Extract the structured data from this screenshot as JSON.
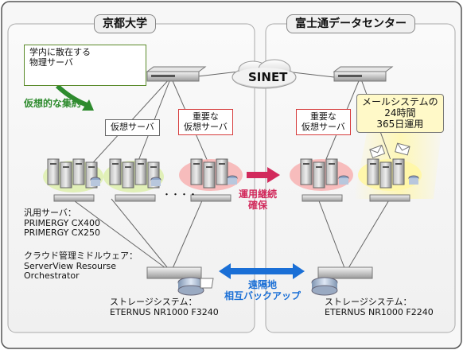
{
  "sites": {
    "left_title": "京都大学",
    "right_title": "富士通データセンター"
  },
  "labels": {
    "scattered_servers": "学内に散在する\n物理サーバ",
    "virtual_consolidation": "仮想的な集約",
    "virtual_server": "仮想サーバ",
    "important_virtual_server_left": "重要な\n仮想サーバ",
    "important_virtual_server_right": "重要な\n仮想サーバ",
    "mail_system": "メールシステムの\n24時間\n365日運用",
    "sinet": "SINET",
    "continuity": "運用継続\n確保",
    "remote_backup": "遠隔地\n相互バックアップ",
    "general_servers": "汎用サーバ：\nPRIMERGY CX400\nPRIMERGY CX250",
    "cloud_middleware": "クラウド管理ミドルウェア：\nServerView Resourse\nOrchestrator",
    "storage_left": "ストレージシステム：\nETERNUS NR1000 F3240",
    "storage_right": "ストレージシステム：\nETERNUS NR1000 F2240",
    "ellipsis": "・・・・"
  },
  "colors": {
    "green": "#2e8b2e",
    "red": "#d22a5c",
    "blue": "#1a6fd6",
    "highlight_red": "#f7b6b6",
    "highlight_yellow": "#fff7a8",
    "highlight_green": "#dff0b0"
  },
  "icons": [
    "server-rack-icon",
    "tower-server-icon",
    "storage-disk-icon",
    "mail-envelope-icon",
    "cloud-icon"
  ]
}
